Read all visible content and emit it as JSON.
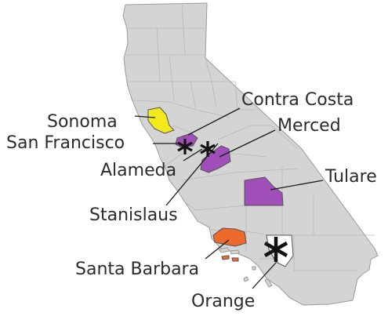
{
  "colors": {
    "state_fill": "#d4d4d4",
    "yellow": "#f2ea1d",
    "purple": "#a04fb8",
    "orange": "#ee6a2c",
    "outline_only": "#ffffff"
  },
  "icons": {
    "marker": "asterisk-marker-icon"
  },
  "counties": [
    {
      "id": "sonoma",
      "label": "Sonoma",
      "color": "yellow"
    },
    {
      "id": "san-francisco",
      "label": "San Francisco",
      "color": "outline_only",
      "marker": true
    },
    {
      "id": "contra-costa",
      "label": "Contra Costa",
      "color": "purple"
    },
    {
      "id": "alameda",
      "label": "Alameda",
      "color": "outline_only",
      "marker": true
    },
    {
      "id": "merced",
      "label": "Merced",
      "color": "purple"
    },
    {
      "id": "stanislaus",
      "label": "Stanislaus",
      "color": "outline_only",
      "marker": true
    },
    {
      "id": "tulare",
      "label": "Tulare",
      "color": "purple"
    },
    {
      "id": "santa-barbara",
      "label": "Santa Barbara",
      "color": "orange"
    },
    {
      "id": "orange",
      "label": "Orange",
      "color": "outline_only",
      "marker": true
    }
  ]
}
